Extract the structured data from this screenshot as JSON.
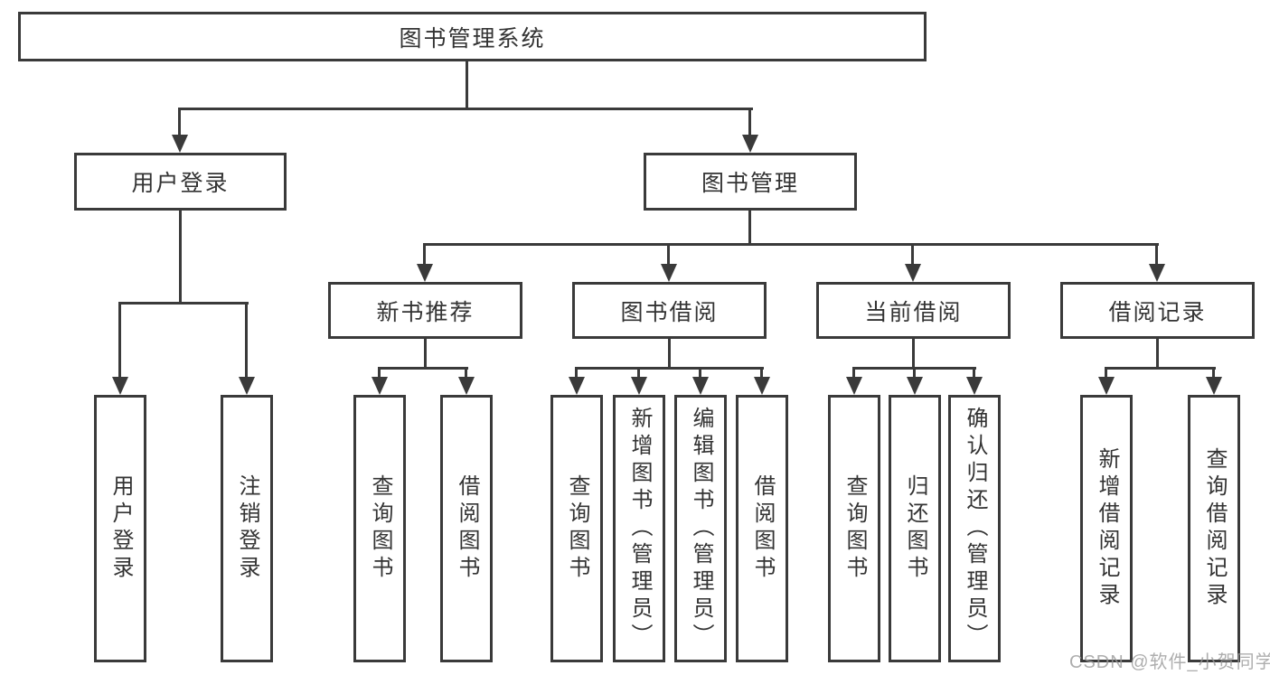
{
  "tree": {
    "root": "图书管理系统",
    "branches": [
      {
        "label": "用户登录",
        "children": [
          {
            "label": "用户登录"
          },
          {
            "label": "注销登录"
          }
        ]
      },
      {
        "label": "图书管理",
        "children": [
          {
            "label": "新书推荐",
            "children": [
              {
                "label": "查询图书"
              },
              {
                "label": "借阅图书"
              }
            ]
          },
          {
            "label": "图书借阅",
            "children": [
              {
                "label": "查询图书"
              },
              {
                "label": "新增图书（管理员）"
              },
              {
                "label": "编辑图书（管理员）"
              },
              {
                "label": "借阅图书"
              }
            ]
          },
          {
            "label": "当前借阅",
            "children": [
              {
                "label": "查询图书"
              },
              {
                "label": "归还图书"
              },
              {
                "label": "确认归还（管理员）"
              }
            ]
          },
          {
            "label": "借阅记录",
            "children": [
              {
                "label": "新增借阅记录"
              },
              {
                "label": "查询借阅记录"
              }
            ]
          }
        ]
      }
    ]
  },
  "watermark": "CSDN @软件_小贺同学",
  "colors": {
    "line": "#3a3a3a",
    "text": "#333333",
    "watermark": "#9a9a9a"
  }
}
